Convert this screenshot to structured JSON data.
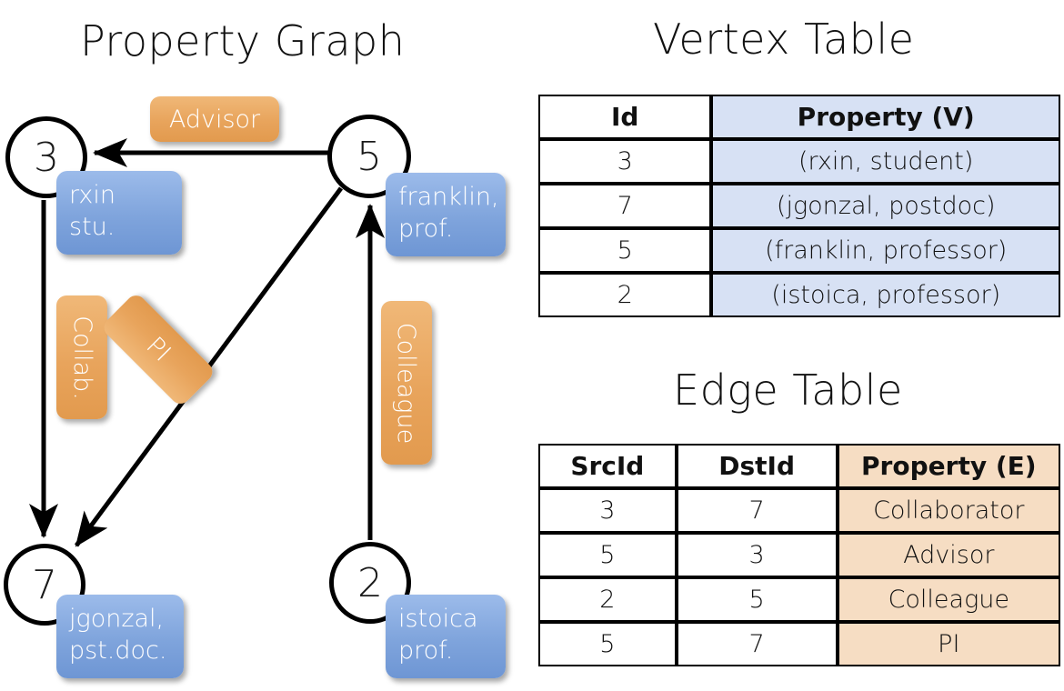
{
  "titles": {
    "property_graph": "Property Graph",
    "vertex_table": "Vertex Table",
    "edge_table": "Edge Table"
  },
  "graph": {
    "nodes": [
      {
        "id": "3",
        "property_line1": "rxin",
        "property_line2": "stu."
      },
      {
        "id": "5",
        "property_line1": "franklin,",
        "property_line2": "prof."
      },
      {
        "id": "7",
        "property_line1": "jgonzal,",
        "property_line2": "pst.doc."
      },
      {
        "id": "2",
        "property_line1": "istoica",
        "property_line2": "prof."
      }
    ],
    "edge_labels": {
      "advisor": "Advisor",
      "collab": "Collab.",
      "pi": "PI",
      "colleague": "Colleague"
    }
  },
  "vertex_table": {
    "headers": [
      "Id",
      "Property (V)"
    ],
    "rows": [
      {
        "id": "3",
        "property": "(rxin, student)"
      },
      {
        "id": "7",
        "property": "(jgonzal, postdoc)"
      },
      {
        "id": "5",
        "property": "(franklin, professor)"
      },
      {
        "id": "2",
        "property": "(istoica, professor)"
      }
    ]
  },
  "edge_table": {
    "headers": [
      "SrcId",
      "DstId",
      "Property (E)"
    ],
    "rows": [
      {
        "src": "3",
        "dst": "7",
        "property": "Collaborator"
      },
      {
        "src": "5",
        "dst": "3",
        "property": "Advisor"
      },
      {
        "src": "2",
        "dst": "5",
        "property": "Colleague"
      },
      {
        "src": "5",
        "dst": "7",
        "property": "PI"
      }
    ]
  },
  "colors": {
    "vertex_box": "#7fa4dc",
    "edge_box": "#e8a45c",
    "vertex_table_fill": "#d7e1f4",
    "edge_table_fill": "#f6ddc3",
    "stroke": "#000000"
  }
}
